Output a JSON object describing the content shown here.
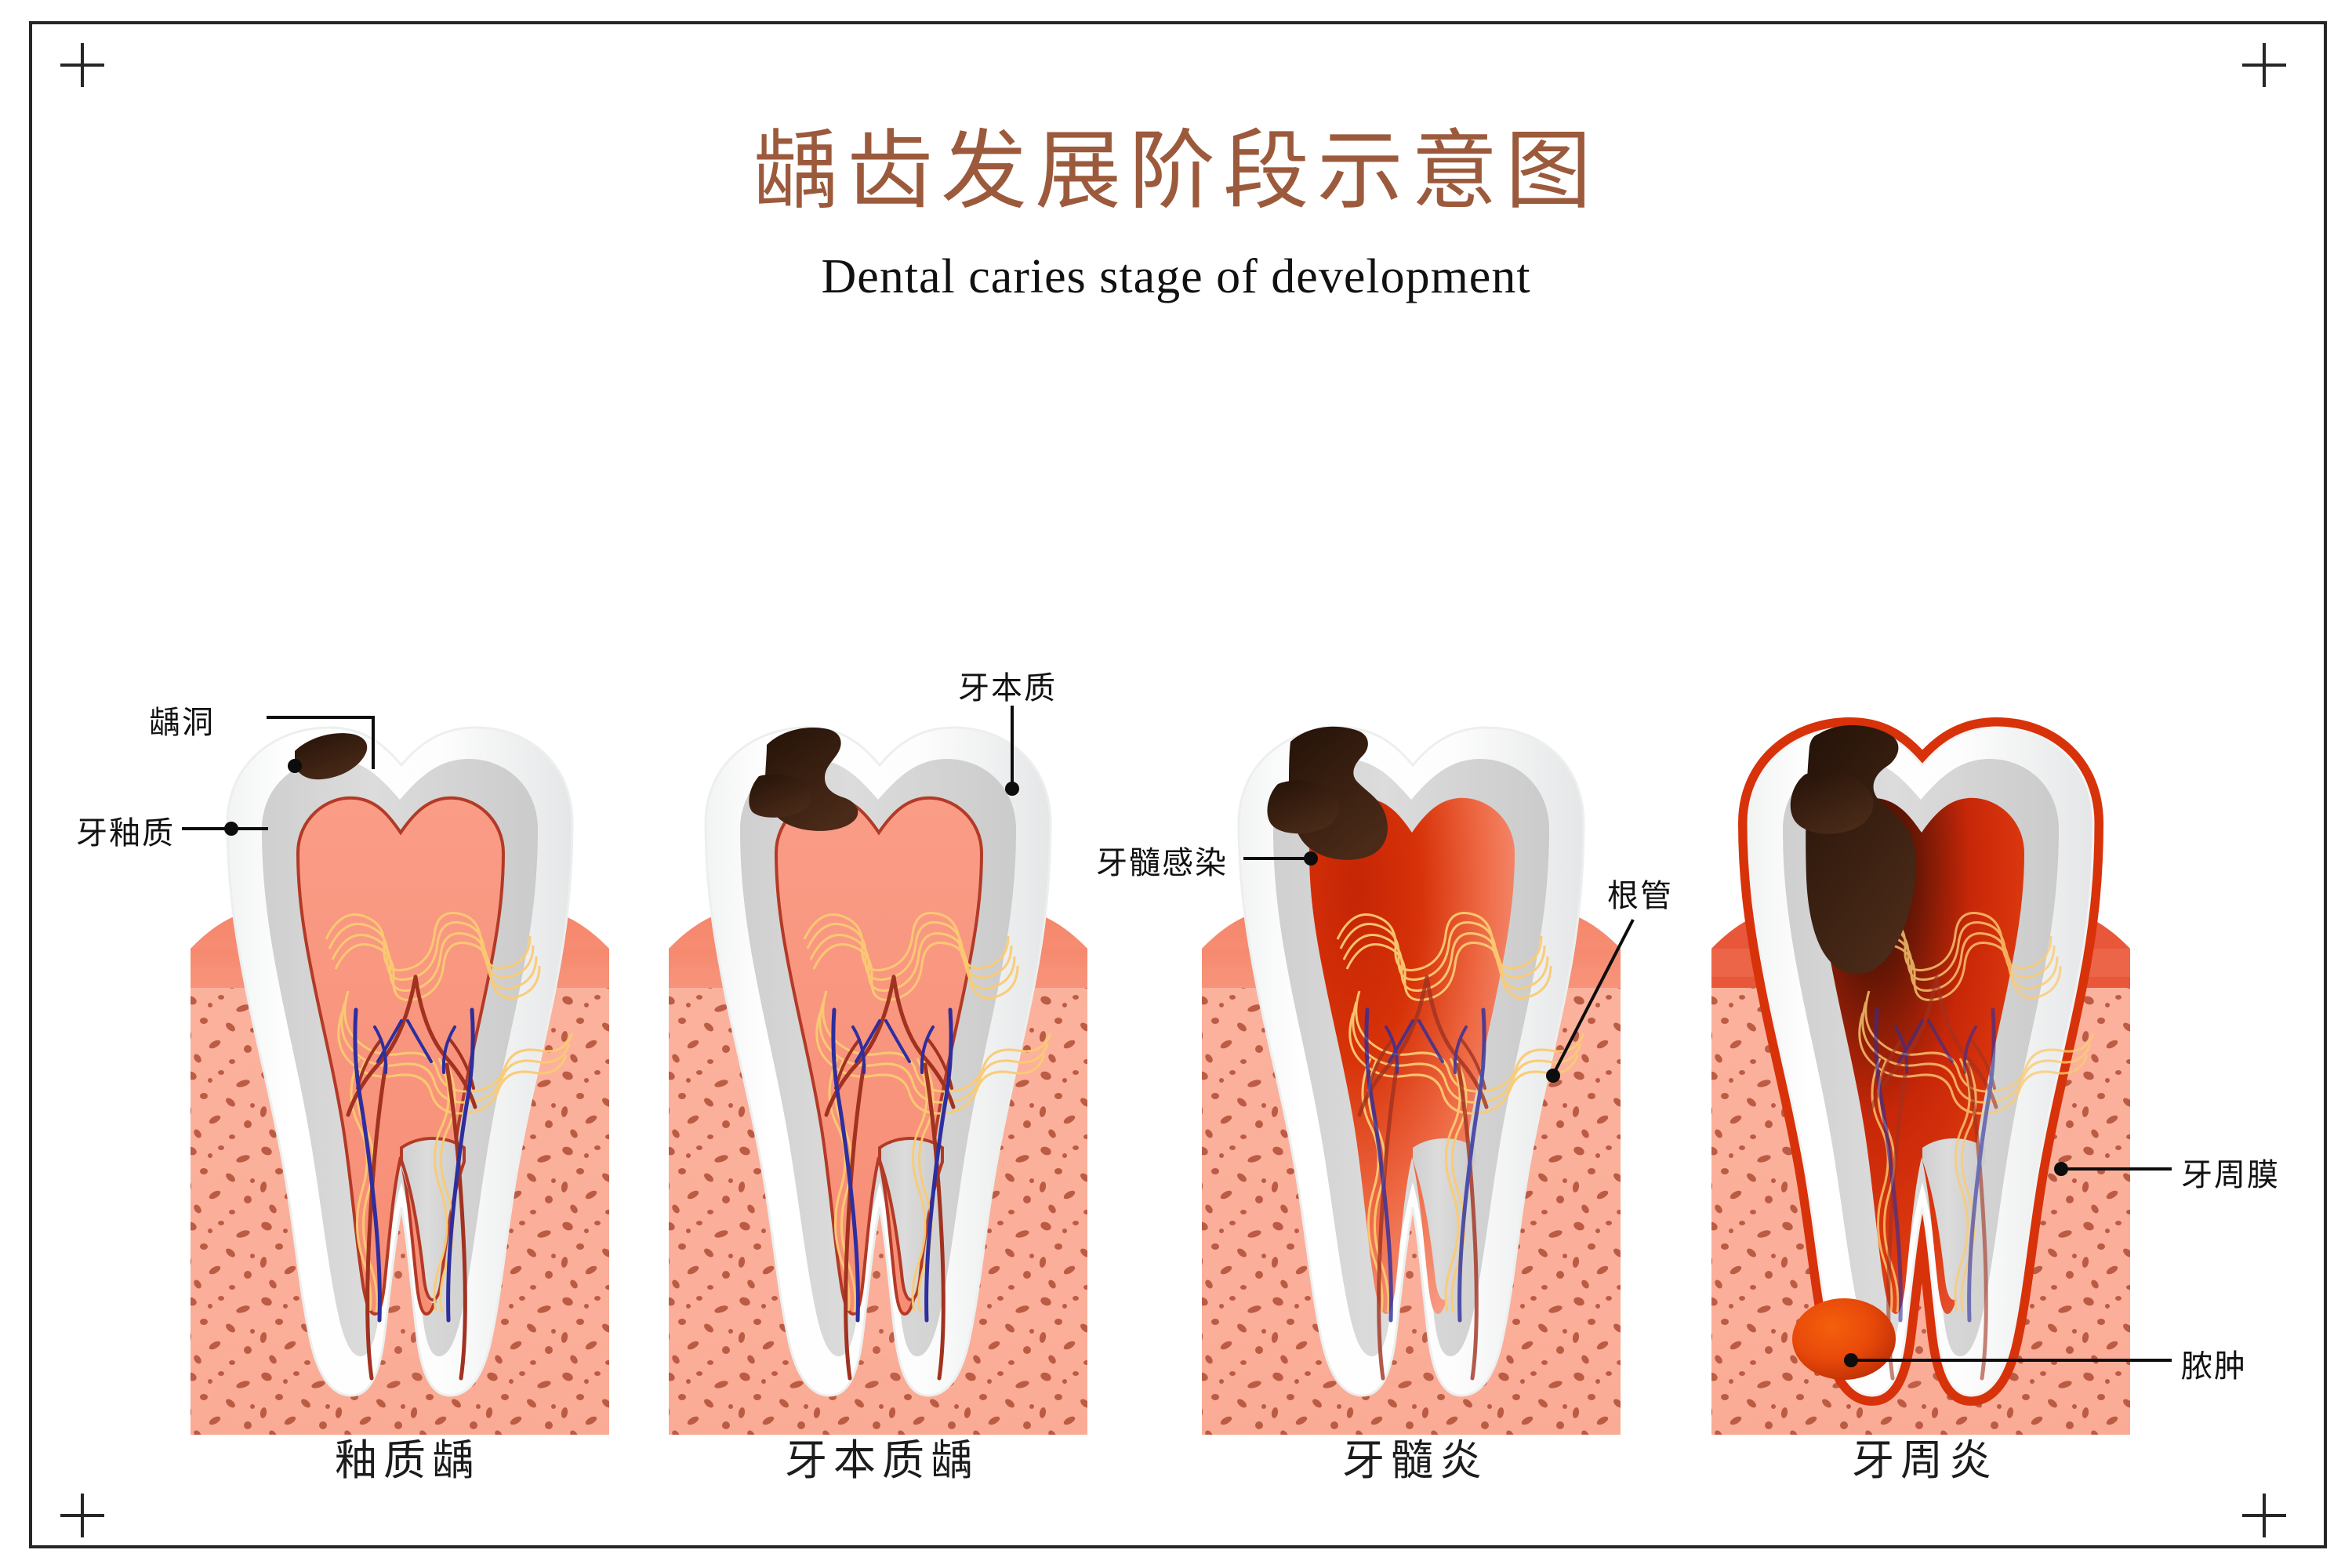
{
  "header": {
    "title_zh": "龋齿发展阶段示意图",
    "title_en": "Dental caries stage of development",
    "title_color": "#9C5A3C"
  },
  "frame": {
    "border_color": "#262626",
    "crop_mark_icon": "crosshair-plus-mark"
  },
  "stages": [
    {
      "caption": "釉质龋"
    },
    {
      "caption": "牙本质龋"
    },
    {
      "caption": "牙髓炎"
    },
    {
      "caption": "牙周炎"
    }
  ],
  "callouts": {
    "cavity": "龋洞",
    "enamel": "牙釉质",
    "dentin": "牙本质",
    "pulp_infection": "牙髓感染",
    "root_canal": "根管",
    "periodontal_ligament": "牙周膜",
    "abscess": "脓肿"
  },
  "palette": {
    "enamel": "#FAFAFA",
    "enamel_shade": "#E3E5E6",
    "dentin": "#D7D7D7",
    "pulp": "#F8957F",
    "pulp_outline": "#B33A26",
    "pulp_infected": "#D62A06",
    "pulp_infected_dark": "#6E1A06",
    "gum_top": "#F5866A",
    "bone": "#FBB09B",
    "bone_speck": "#B5523A",
    "caries_dark": "#3A2113",
    "nerve_yellow": "#FAC86E",
    "artery_red": "#A13220",
    "vein_blue": "#2E2E9E",
    "abscess": "#E8490A",
    "ligament_red": "#D8320A",
    "label_text": "#121212"
  }
}
